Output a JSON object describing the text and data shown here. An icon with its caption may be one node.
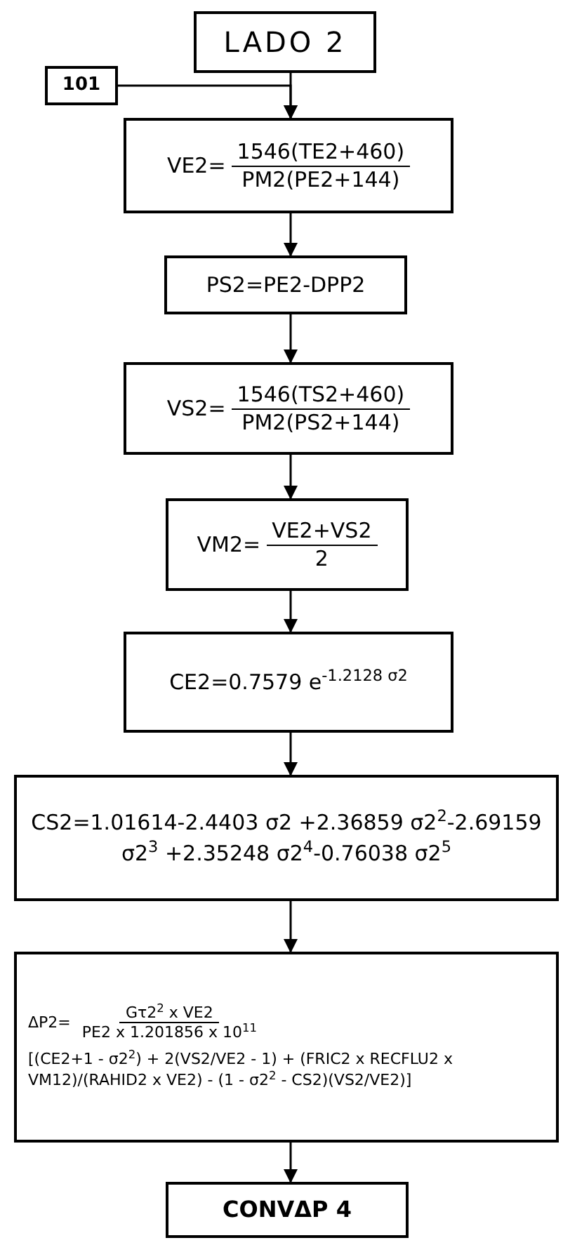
{
  "diagram": {
    "nodes": [
      {
        "text": [
          "LADO 2"
        ]
      },
      {
        "text": [
          "101"
        ]
      },
      {
        "text": [
          "VE2=",
          "1546(TE2+460)",
          "PM2(PE2+144)"
        ]
      },
      {
        "text": [
          "PS2=PE2-DPP2"
        ]
      },
      {
        "text": [
          "VS2=",
          "1546(TS2+460)",
          "PM2(PS2+144)"
        ]
      },
      {
        "text": [
          "VM2=",
          "VE2+VS2",
          "2"
        ]
      },
      {
        "text": [
          "CE2=0.7579 e$^{-1.2128 σ2}$"
        ]
      },
      {
        "text": [
          "CS2=1.01614-2.4403 σ2 +2.36859 σ2$^{2}$-2.69159 σ2$^{3}$ +2.35248 σ2$^{4}$-0.76038 σ2$^{5}$"
        ]
      },
      {
        "text": [
          "ΔP2=",
          "Gτ2$^{2}$ x VE2",
          "PE2 x 1.201856 x 10$^{11}$",
          "[(CE2+1 - σ2$^{2}$) + 2(VS2/VE2 - 1) + (FRIC2 x RECFLU2 x VM12)/(RAHID2 x VE2) - (1 - σ2$^{2}$ - CS2)(VS2/VE2)]"
        ]
      },
      {
        "text": [
          "CONVΔP 4"
        ]
      }
    ],
    "edges": [
      {
        "from": 0,
        "to": 2,
        "arrow": "to"
      },
      {
        "from": 1,
        "to": 2,
        "arrow": "to"
      },
      {
        "from": 2,
        "to": 3,
        "arrow": "to"
      },
      {
        "from": 3,
        "to": 4,
        "arrow": "to"
      },
      {
        "from": 4,
        "to": 5,
        "arrow": "to"
      },
      {
        "from": 5,
        "to": 6,
        "arrow": "to"
      },
      {
        "from": 6,
        "to": 7,
        "arrow": "to"
      },
      {
        "from": 7,
        "to": 8,
        "arrow": "to"
      },
      {
        "from": 8,
        "to": 9,
        "arrow": "to"
      }
    ]
  }
}
